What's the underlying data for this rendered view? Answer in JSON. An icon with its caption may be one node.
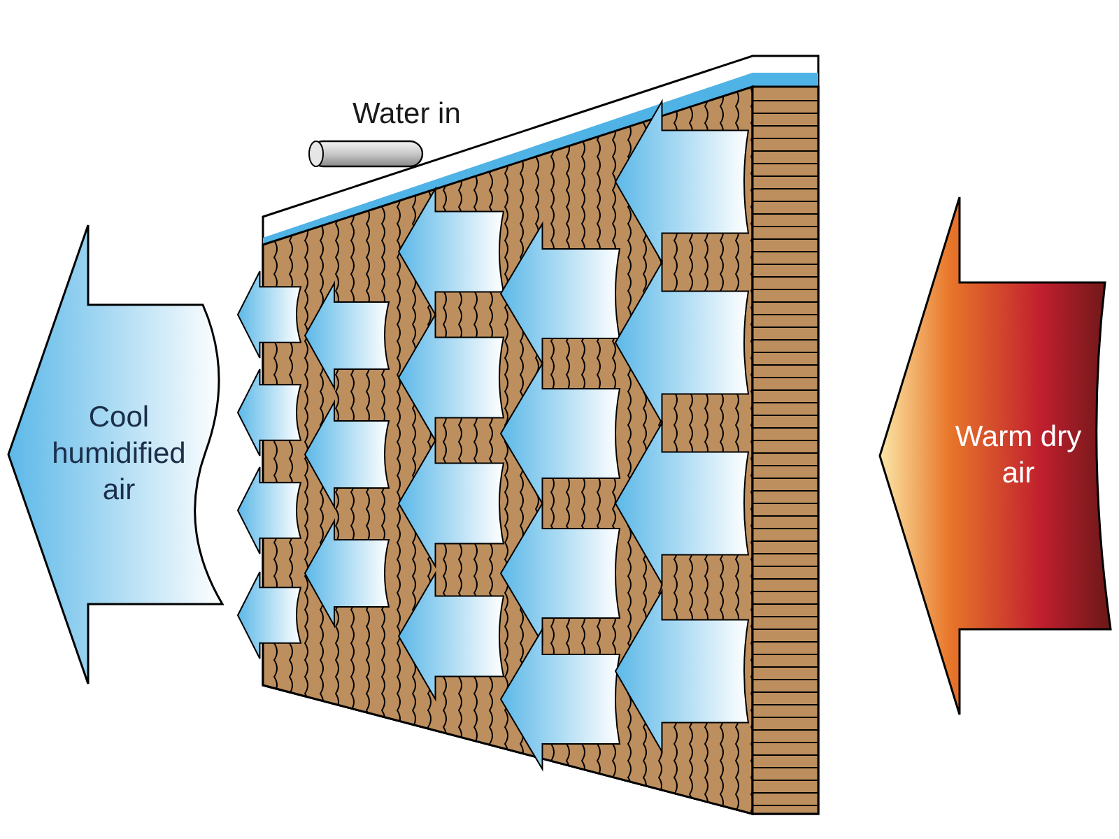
{
  "diagram": {
    "nodes": [
      {
        "text": [
          "Cool humidified air"
        ]
      },
      {
        "text": [
          "Warm dry air"
        ]
      }
    ],
    "edges": [],
    "labels": [
      "Water in"
    ]
  }
}
